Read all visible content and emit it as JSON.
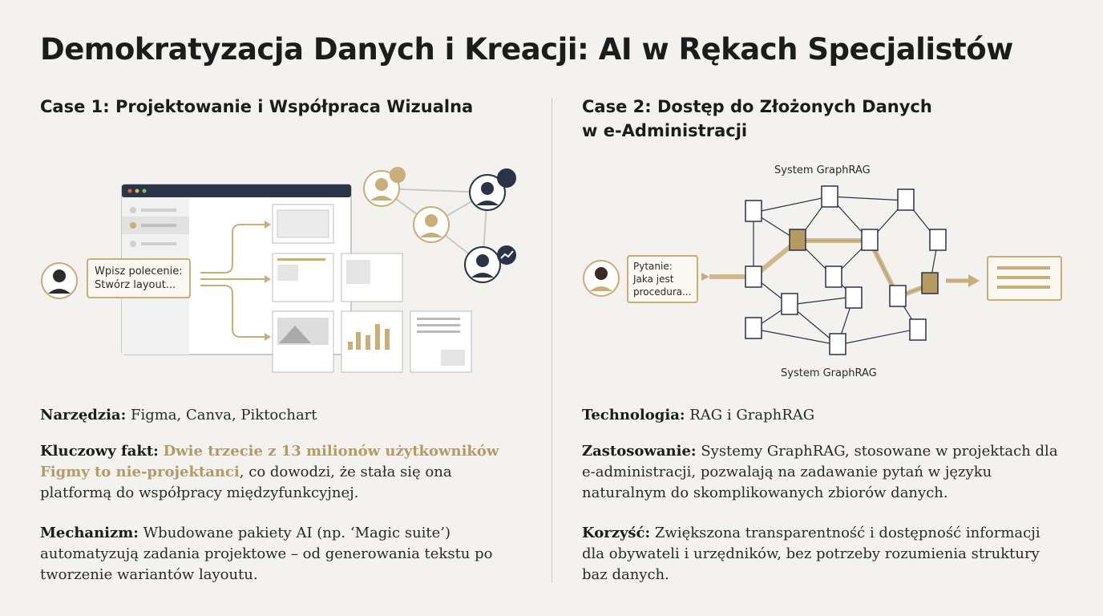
{
  "title": "Demokratyzacja Danych i Kreacji: AI w Rękach Specjalistów",
  "case1": {
    "heading": "Case 1: Projektowanie i Współpraca Wizualna",
    "prompt_line1": "Wpisz polecenie:",
    "prompt_line2": "Stwórz layout...",
    "tools_label": "Narzędzia:",
    "tools_value": "Figma, Canva, Piktochart",
    "fact_label": "Kluczowy fakt:",
    "fact_highlight": "Dwie trzecie z 13 milionów użytkowników Figmy to nie-projektanci",
    "fact_rest": ", co dowodzi, że stała się ona platformą do współpracy międzyfunkcyjnej.",
    "mechanism_label": "Mechanizm:",
    "mechanism_value": "Wbudowane pakiety AI (np. ‘Magic suite’) automatyzują zadania projektowe – od generowania tekstu po tworzenie wariantów layoutu.",
    "icons": [
      "user-avatar-icon",
      "pen-tool-icon",
      "megaphone-icon",
      "chart-growth-icon",
      "image-placeholder-icon",
      "bar-chart-icon"
    ]
  },
  "case2": {
    "heading_line1": "Case 2: Dostęp do Złożonych Danych",
    "heading_line2": "w e-Administracji",
    "graph_label_top": "System GraphRAG",
    "graph_label_bottom": "System GraphRAG",
    "question_line1": "Pytanie:",
    "question_line2": "Jaka jest",
    "question_line3": "procedura...",
    "tech_label": "Technologia:",
    "tech_value": "RAG i GraphRAG",
    "use_label": "Zastosowanie:",
    "use_value": "Systemy GraphRAG, stosowane w projektach dla e-administracji, pozwalają na zadawanie pytań w języku naturalnym do skomplikowanych zbiorów danych.",
    "benefit_label": "Korzyść:",
    "benefit_value": "Zwiększona transparentność i dostępność informacji dla obywateli i urzędników, bez potrzeby rozumienia struktury baz danych.",
    "icons": [
      "user-avatar-icon",
      "document-icon",
      "answer-document-icon",
      "arrow-right-icon"
    ]
  },
  "colors": {
    "accent": "#b59a62",
    "navy": "#2b3348",
    "background": "#f3f2ef"
  }
}
